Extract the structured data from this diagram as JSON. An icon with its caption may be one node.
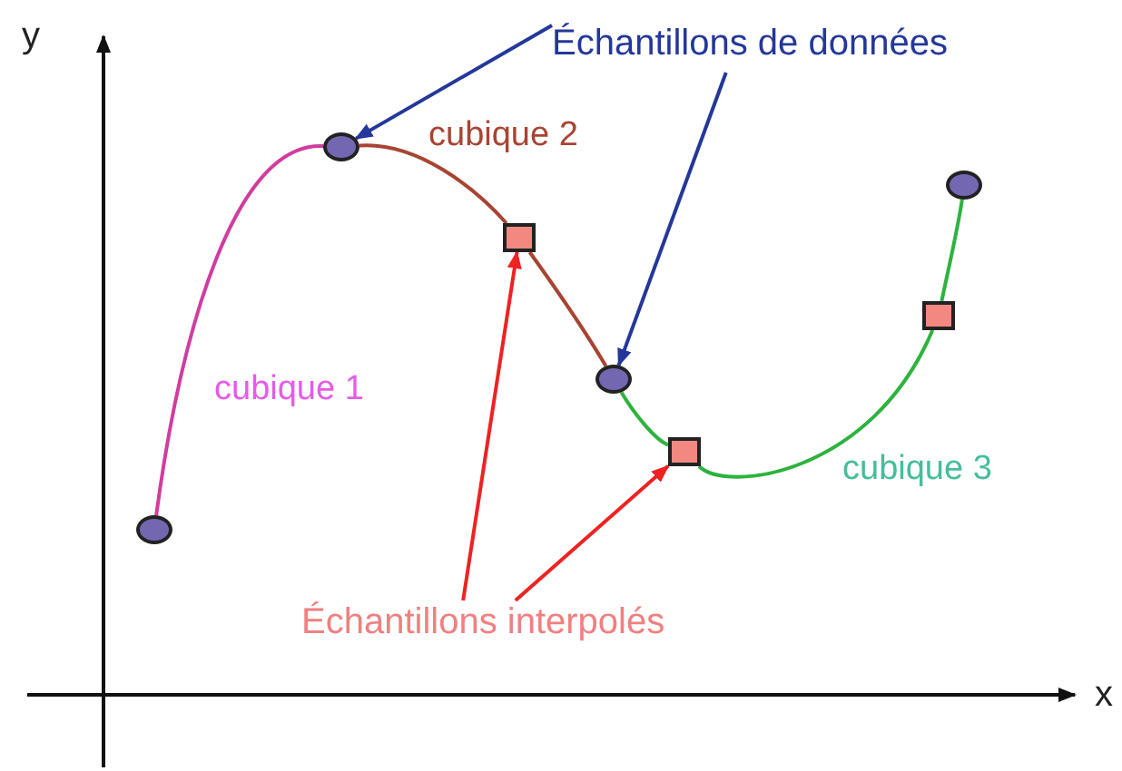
{
  "diagram": {
    "nodes": [
      {
        "text": [
          "Échantillons de données"
        ]
      },
      {
        "text": [
          "Échantillons interpolés"
        ]
      },
      {
        "text": [],
        "shape": "circle"
      },
      {
        "text": [],
        "shape": "circle"
      },
      {
        "text": [],
        "shape": "circle"
      },
      {
        "text": [],
        "shape": "circle"
      },
      {
        "text": [],
        "shape": "box"
      },
      {
        "text": [],
        "shape": "box"
      },
      {
        "text": [],
        "shape": "box"
      }
    ],
    "edges": [
      {
        "from": 0,
        "to": 3,
        "arrow": "to",
        "color": "#24379a"
      },
      {
        "from": 0,
        "to": 4,
        "arrow": "to",
        "color": "#24379a"
      },
      {
        "from": 1,
        "to": 6,
        "arrow": "to",
        "color": "#ee2222"
      },
      {
        "from": 1,
        "to": 7,
        "arrow": "to",
        "color": "#ee2222"
      },
      {
        "from": 2,
        "to": 3,
        "arrow": "none",
        "label": "cubique 1",
        "color": "#d03ca0"
      },
      {
        "from": 3,
        "to": 6,
        "arrow": "none",
        "label": "cubique 2",
        "color": "#a84432"
      },
      {
        "from": 6,
        "to": 4,
        "arrow": "none",
        "color": "#a84432"
      },
      {
        "from": 4,
        "to": 7,
        "arrow": "none",
        "color": "#2db33d"
      },
      {
        "from": 7,
        "to": 8,
        "arrow": "none",
        "label": "cubique 3",
        "color": "#2db33d"
      },
      {
        "from": 8,
        "to": 5,
        "arrow": "none",
        "color": "#2db33d"
      }
    ],
    "labels": [
      "y",
      "x"
    ]
  }
}
